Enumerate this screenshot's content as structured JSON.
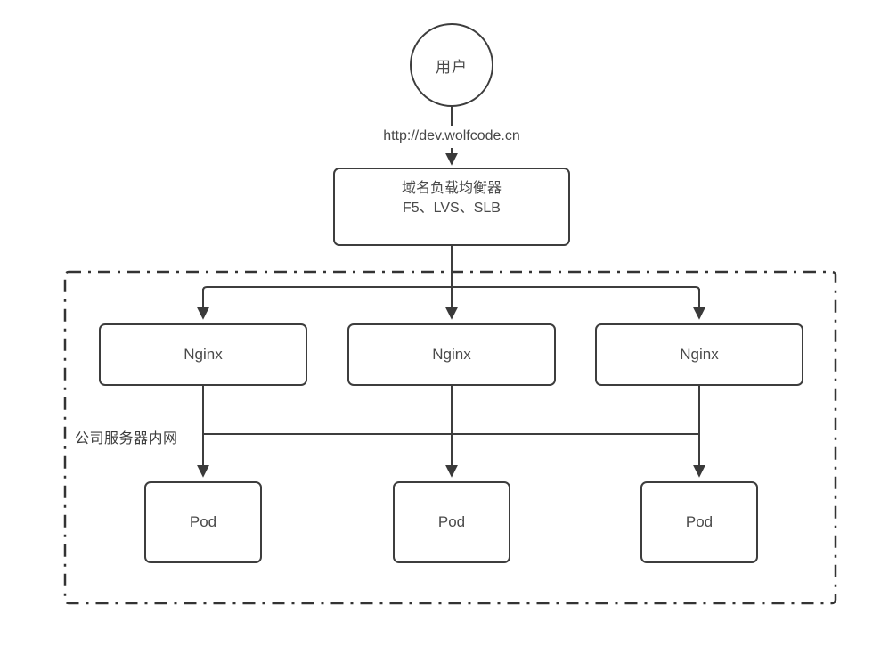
{
  "diagram": {
    "user_node": {
      "label": "用户"
    },
    "request_url": "http://dev.wolfcode.cn",
    "load_balancer": {
      "line1": "域名负载均衡器",
      "line2": "F5、LVS、SLB"
    },
    "intranet": {
      "label": "公司服务器内网"
    },
    "nginx_nodes": [
      {
        "label": "Nginx"
      },
      {
        "label": "Nginx"
      },
      {
        "label": "Nginx"
      }
    ],
    "pod_nodes": [
      {
        "label": "Pod"
      },
      {
        "label": "Pod"
      },
      {
        "label": "Pod"
      }
    ],
    "colors": {
      "line": "#3d3d3d",
      "text": "#4a4a4a",
      "background": "#ffffff"
    }
  }
}
